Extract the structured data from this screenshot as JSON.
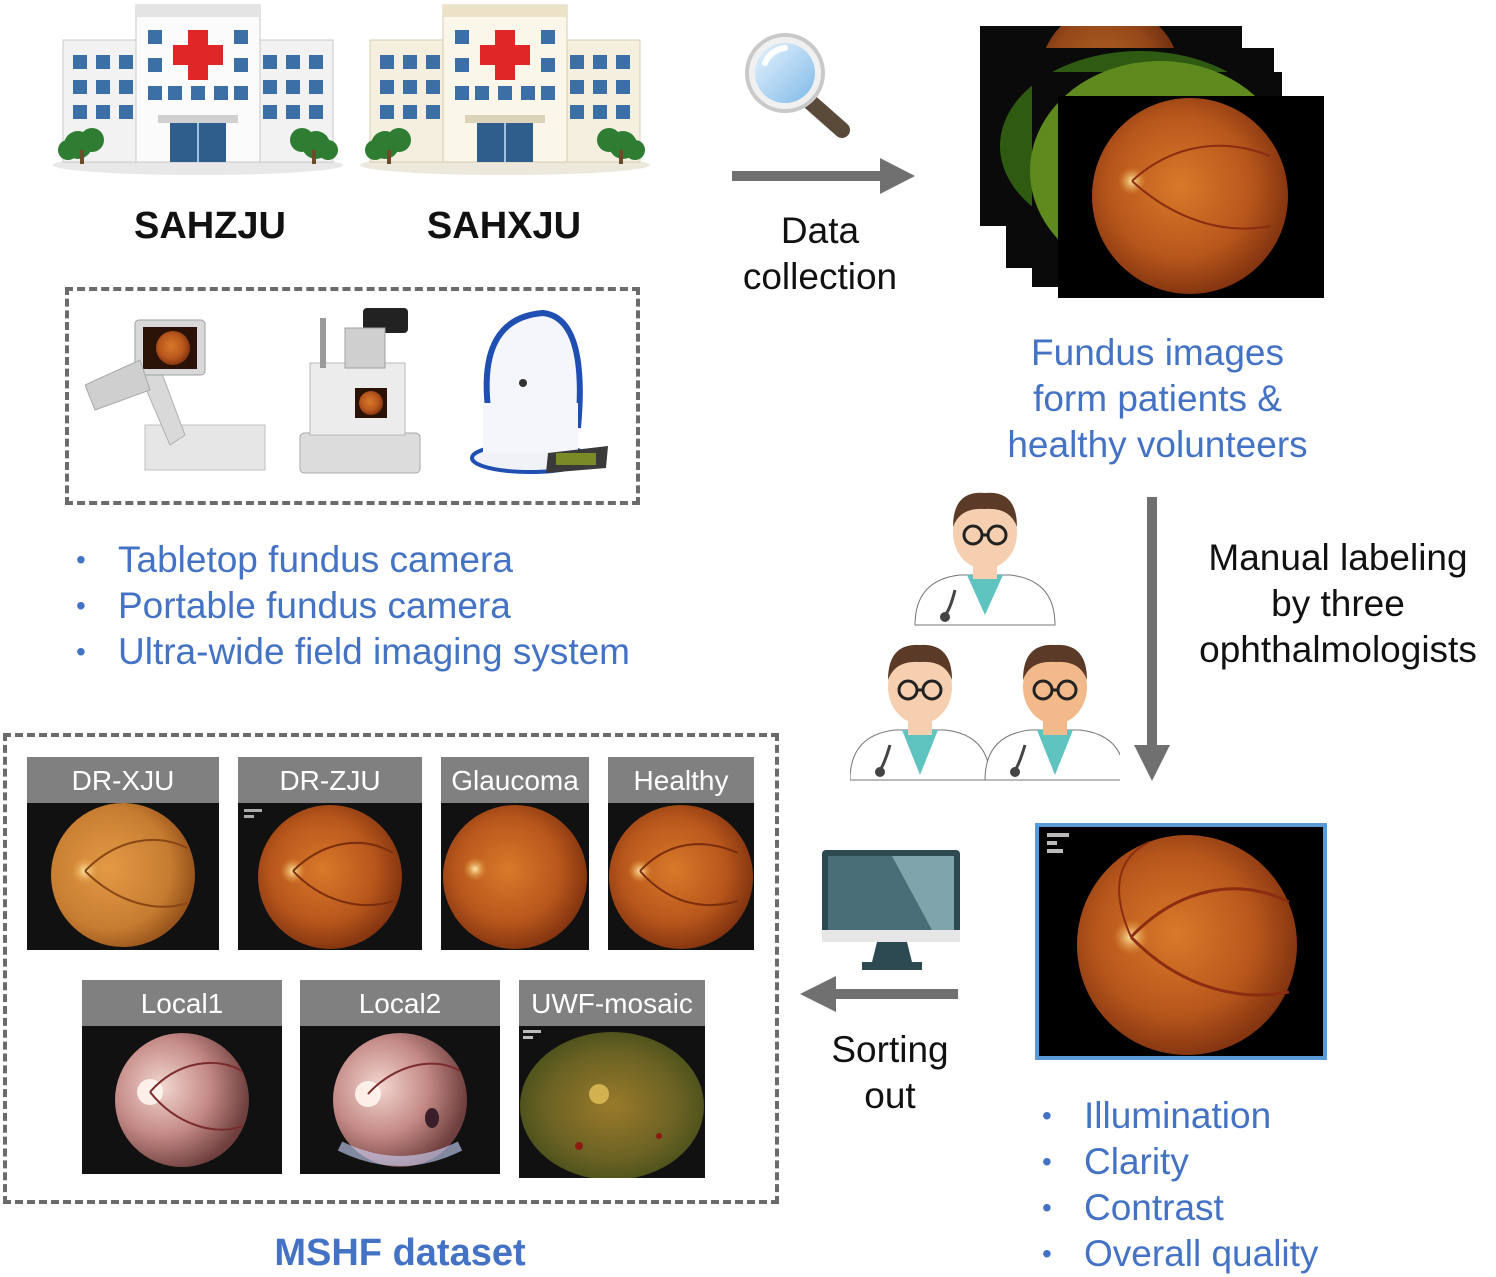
{
  "hospitals": [
    {
      "label": "SAHZJU"
    },
    {
      "label": "SAHXJU"
    }
  ],
  "collection_step": {
    "line1": "Data",
    "line2": "collection"
  },
  "fundus_caption": {
    "line1": "Fundus images",
    "line2": "form patients &",
    "line3": "healthy volunteers"
  },
  "devices": [
    {
      "label": "Tabletop fundus camera"
    },
    {
      "label": "Portable fundus camera"
    },
    {
      "label": "Ultra-wide field imaging system"
    }
  ],
  "labeling_step": {
    "line1": "Manual labeling",
    "line2": "by three",
    "line3": "ophthalmologists"
  },
  "sorting_step": {
    "line1": "Sorting",
    "line2": "out"
  },
  "quality_criteria": [
    {
      "label": "Illumination"
    },
    {
      "label": "Clarity"
    },
    {
      "label": "Contrast"
    },
    {
      "label": "Overall quality"
    }
  ],
  "dataset": {
    "title": "MSHF dataset",
    "tiles": [
      {
        "label": "DR-XJU"
      },
      {
        "label": "DR-ZJU"
      },
      {
        "label": "Glaucoma"
      },
      {
        "label": "Healthy"
      },
      {
        "label": "Local1"
      },
      {
        "label": "Local2"
      },
      {
        "label": "UWF-mosaic"
      }
    ]
  },
  "colors": {
    "accent_blue": "#4472c4",
    "arrow_gray": "#707070",
    "tile_header_gray": "#808080",
    "frame_blue": "#5b9bd5"
  },
  "icons": [
    "hospital-icon",
    "magnifier-icon",
    "doctor-icon",
    "monitor-icon",
    "fundus-camera-icon"
  ]
}
